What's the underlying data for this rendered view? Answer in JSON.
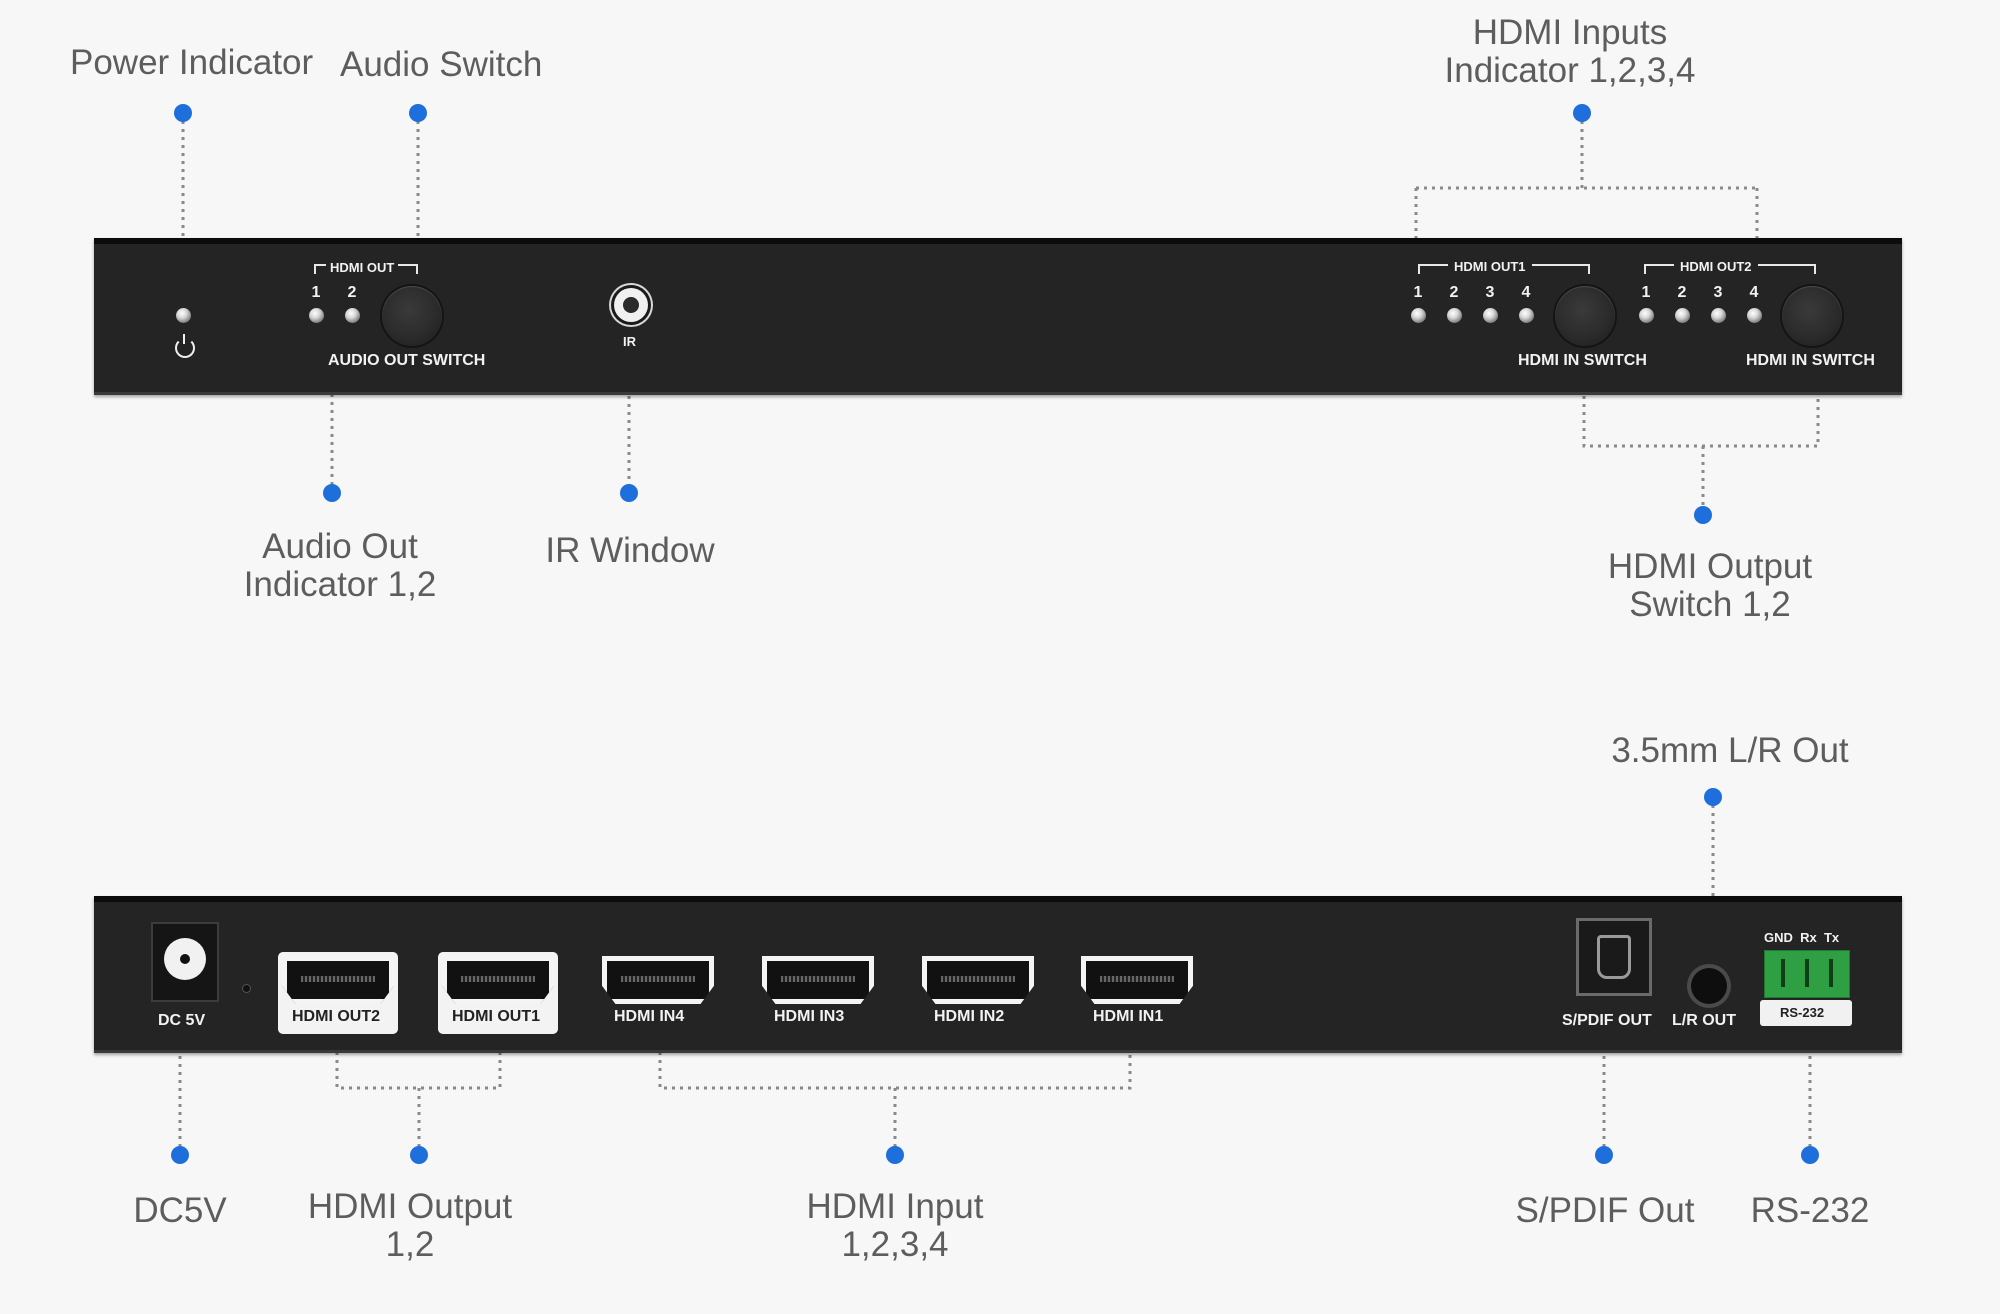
{
  "callouts": {
    "power_indicator": [
      "Power Indicator"
    ],
    "audio_switch": [
      "Audio Switch"
    ],
    "hdmi_inputs_indicator": [
      "HDMI Inputs",
      "Indicator 1,2,3,4"
    ],
    "audio_out_indicator": [
      "Audio Out",
      "Indicator 1,2"
    ],
    "ir_window": [
      "IR Window"
    ],
    "hdmi_output_switch": [
      "HDMI Output",
      "Switch 1,2"
    ],
    "lr_out": [
      "3.5mm L/R Out"
    ],
    "dc5v": [
      "DC5V"
    ],
    "hdmi_output": [
      "HDMI Output",
      "1,2"
    ],
    "hdmi_input": [
      "HDMI Input",
      "1,2,3,4"
    ],
    "spdif_out": [
      "S/PDIF Out"
    ],
    "rs232": [
      "RS-232"
    ]
  },
  "front_panel": {
    "hdmi_out_header": "HDMI OUT",
    "audio_leds": [
      "1",
      "2"
    ],
    "audio_out_switch": "AUDIO OUT SWITCH",
    "ir": "IR",
    "out1_header": "HDMI OUT1",
    "out2_header": "HDMI OUT2",
    "input_leds": [
      "1",
      "2",
      "3",
      "4"
    ],
    "hdmi_in_switch": "HDMI IN SWITCH"
  },
  "rear_panel": {
    "dc": "DC 5V",
    "hdmi_out2": "HDMI OUT2",
    "hdmi_out1": "HDMI OUT1",
    "hdmi_in4": "HDMI IN4",
    "hdmi_in3": "HDMI IN3",
    "hdmi_in2": "HDMI IN2",
    "hdmi_in1": "HDMI IN1",
    "spdif": "S/PDIF OUT",
    "lr": "L/R OUT",
    "rs232_pins": "GND  Rx  Tx",
    "rs232": "RS-232"
  },
  "colors": {
    "dot": "#1e6fdb",
    "panel": "#242424",
    "leader": "#8a8a8a"
  }
}
